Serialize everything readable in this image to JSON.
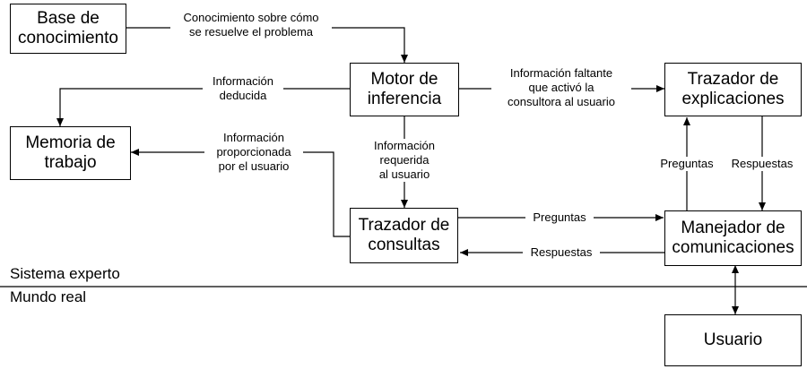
{
  "nodes": {
    "base": "Base de\nconocimiento",
    "motor": "Motor de\ninferencia",
    "trazador_expl": "Trazador de\nexplicaciones",
    "memoria": "Memoria de\ntrabajo",
    "trazador_cons": "Trazador de\nconsultas",
    "manejador": "Manejador de\ncomunicaciones",
    "usuario": "Usuario"
  },
  "edges": {
    "conocimiento": "Conocimiento sobre cómo\nse resuelve el problema",
    "deducida": "Información\ndeducida",
    "faltante": "Información faltante\nque activó la\nconsultora al usuario",
    "proporcionada": "Información\nproporcionada\npor el usuario",
    "requerida": "Información\nrequerida\nal usuario",
    "preguntas_cons": "Preguntas",
    "respuestas_cons": "Respuestas",
    "preguntas_expl": "Preguntas",
    "respuestas_expl": "Respuestas"
  },
  "sections": {
    "sistema": "Sistema experto",
    "mundo": "Mundo real"
  }
}
